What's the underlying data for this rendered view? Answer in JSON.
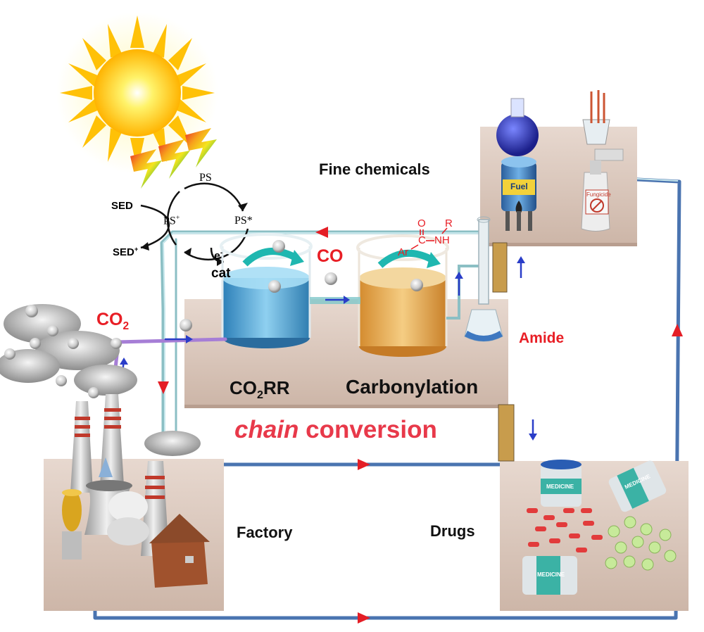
{
  "labels": {
    "fine_chemicals": "Fine chemicals",
    "amide": "Amide",
    "co": "CO",
    "co2_main": "CO",
    "co2_sub": "2",
    "co2rr_a": "CO",
    "co2rr_sub": "2",
    "co2rr_b": "RR",
    "carbonylation": "Carbonylation",
    "chain_italic": "chain",
    "chain_rest": " conversion",
    "factory": "Factory",
    "drugs": "Drugs"
  },
  "photocycle": {
    "ps": "PS",
    "ps_plus": "PS",
    "plus": "+",
    "ps_star": "PS*",
    "sed": "SED",
    "sed_plus": "SED",
    "sed_plus_sup": "+",
    "e": "e",
    "e_sup": "-",
    "cat": "cat"
  },
  "amide_formula": {
    "o": "O",
    "r": "R",
    "c": "C",
    "nh": "NH",
    "ar": "Ar"
  },
  "product_labels": {
    "fuel": "Fuel",
    "fungicide": "Fungicide",
    "medicine": "MEDICINE"
  },
  "colors": {
    "label_red": "#e81e25",
    "pipe_blue": "#3b6fb5",
    "arrow_red": "#e41e26",
    "arrow_blue": "#2a3dc8",
    "platform": "#dcc9bf",
    "sun": "#ffd21a",
    "water": "#4e9cc8",
    "orange_liquid": "#e9a94a"
  }
}
